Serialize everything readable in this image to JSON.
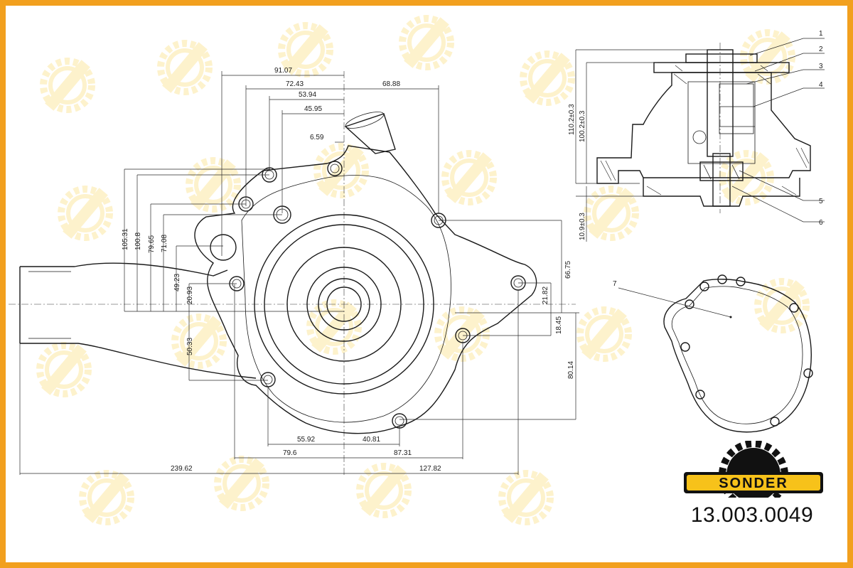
{
  "brand": {
    "name": "SONDER",
    "part_number": "13.003.0049",
    "frame_color": "#f2a01e",
    "logo_yellow": "#f7c21a",
    "logo_text_color": "#111111"
  },
  "dimensions": {
    "d91_07": "91.07",
    "d72_43": "72.43",
    "d53_94": "53.94",
    "d45_95": "45.95",
    "d68_88": "68.88",
    "d6_59": "6.59",
    "d105_31": "105.31",
    "d100_8": "100.8",
    "d79_65": "79.65",
    "d71_08": "71.08",
    "d49_23": "49.23",
    "d20_93": "20.93",
    "d50_33": "50.33",
    "d66_75": "66.75",
    "d21_82": "21.82",
    "d18_45": "18.45",
    "d80_14": "80.14",
    "d55_92": "55.92",
    "d40_81": "40.81",
    "d79_6": "79.6",
    "d87_31": "87.31",
    "d239_62": "239.62",
    "d127_82": "127.82",
    "d110_2": "110.2±0.3",
    "d100_2": "100.2±0.3",
    "d10_9": "10.9±0.3"
  },
  "callouts": [
    "1",
    "2",
    "3",
    "4",
    "5",
    "6",
    "7"
  ]
}
